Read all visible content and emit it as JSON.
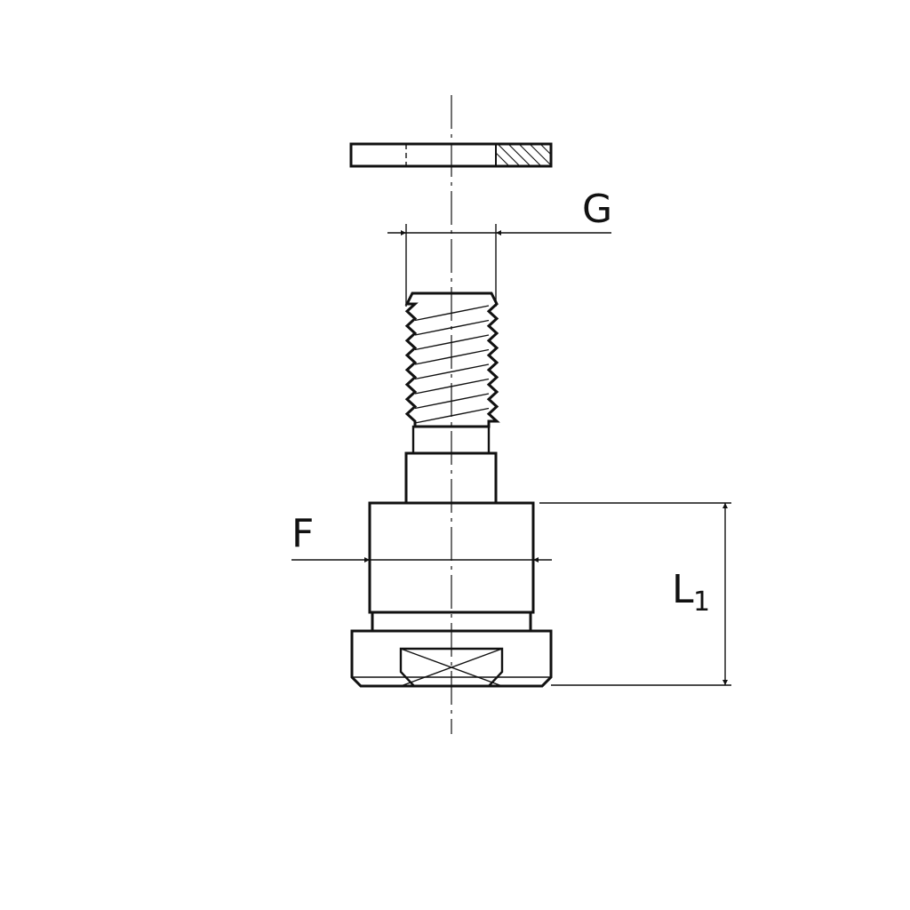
{
  "dimensions": {
    "g_label": "G",
    "f_label": "F",
    "l1_label": "L",
    "l1_subscript": "1"
  }
}
